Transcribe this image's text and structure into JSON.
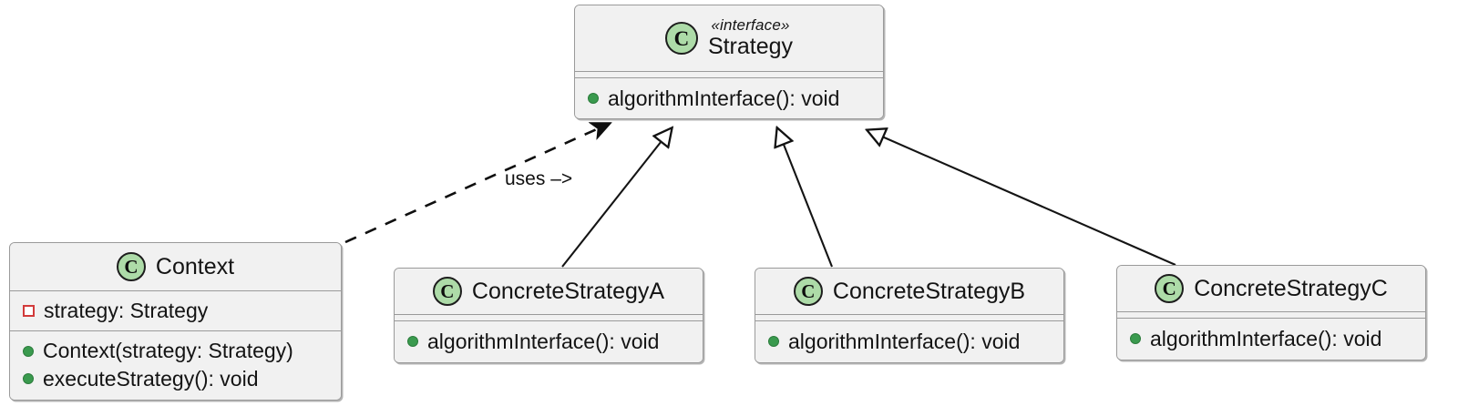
{
  "diagram": {
    "kind": "uml-class-diagram",
    "pattern_title": "Strategy",
    "background_color": "#ffffff",
    "box_fill_color": "#f1f1f1",
    "box_border_color": "#9a9a9a",
    "class_icon_fill": "#addba8",
    "public_marker_color": "#3a9a4e",
    "private_marker_color": "#d23b3b",
    "line_color": "#1a1a1a"
  },
  "classes": {
    "strategy": {
      "icon": "class-circle-icon",
      "stereotype": "«interface»",
      "name": "Strategy",
      "attributes": [],
      "methods": [
        {
          "visibility": "public",
          "marker": "green-dot-icon",
          "text": "algorithmInterface(): void"
        }
      ]
    },
    "context": {
      "icon": "class-circle-icon",
      "stereotype": "",
      "name": "Context",
      "attributes": [
        {
          "visibility": "private",
          "marker": "red-square-icon",
          "text": "strategy: Strategy"
        }
      ],
      "methods": [
        {
          "visibility": "public",
          "marker": "green-dot-icon",
          "text": "Context(strategy: Strategy)"
        },
        {
          "visibility": "public",
          "marker": "green-dot-icon",
          "text": "executeStrategy(): void"
        }
      ]
    },
    "concrete_a": {
      "icon": "class-circle-icon",
      "stereotype": "",
      "name": "ConcreteStrategyA",
      "attributes": [],
      "methods": [
        {
          "visibility": "public",
          "marker": "green-dot-icon",
          "text": "algorithmInterface(): void"
        }
      ]
    },
    "concrete_b": {
      "icon": "class-circle-icon",
      "stereotype": "",
      "name": "ConcreteStrategyB",
      "attributes": [],
      "methods": [
        {
          "visibility": "public",
          "marker": "green-dot-icon",
          "text": "algorithmInterface(): void"
        }
      ]
    },
    "concrete_c": {
      "icon": "class-circle-icon",
      "stereotype": "",
      "name": "ConcreteStrategyC",
      "attributes": [],
      "methods": [
        {
          "visibility": "public",
          "marker": "green-dot-icon",
          "text": "algorithmInterface(): void"
        }
      ]
    }
  },
  "relationships": [
    {
      "id": "dependency-context-strategy",
      "type": "dependency",
      "style": "dashed",
      "arrowhead": "open",
      "from": "Context",
      "to": "Strategy",
      "label": "uses –>"
    },
    {
      "id": "generalization-a-strategy",
      "type": "generalization",
      "style": "solid",
      "arrowhead": "hollow-triangle",
      "from": "ConcreteStrategyA",
      "to": "Strategy",
      "label": ""
    },
    {
      "id": "generalization-b-strategy",
      "type": "generalization",
      "style": "solid",
      "arrowhead": "hollow-triangle",
      "from": "ConcreteStrategyB",
      "to": "Strategy",
      "label": ""
    },
    {
      "id": "generalization-c-strategy",
      "type": "generalization",
      "style": "solid",
      "arrowhead": "hollow-triangle",
      "from": "ConcreteStrategyC",
      "to": "Strategy",
      "label": ""
    }
  ],
  "labels": {
    "uses": "uses –>"
  },
  "icons": {
    "class_letter": "C"
  }
}
